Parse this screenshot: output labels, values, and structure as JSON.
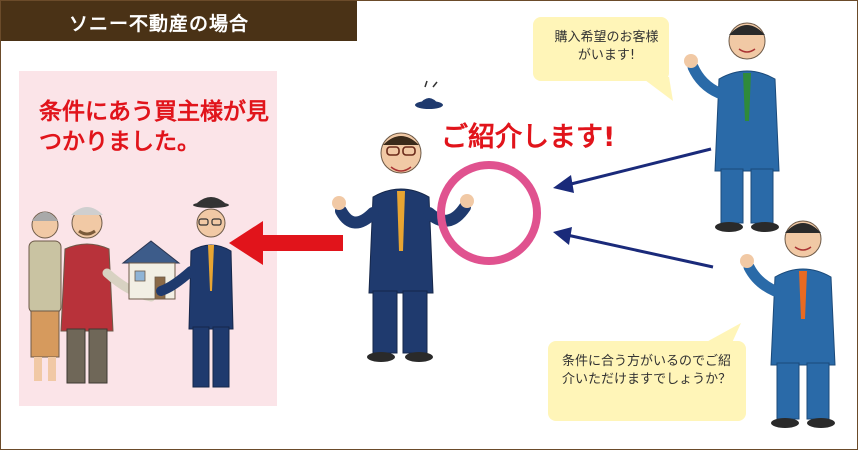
{
  "header": {
    "title": "ソニー不動産の場合"
  },
  "left_panel": {
    "message": "条件にあう買主様が見つかりました。"
  },
  "center": {
    "message": "ご紹介します!"
  },
  "bubbles": {
    "top": "購入希望のお客様がいます!",
    "bottom": "条件に合う方がいるのでご紹介いただけますでしょうか？"
  },
  "colors": {
    "header_bg": "#4a3216",
    "panel_bg": "#fbe4e8",
    "accent_red": "#e1141b",
    "ring_pink": "#e0528f",
    "arrow_navy": "#1a2a7a",
    "bubble_yellow": "#fff5b8",
    "suit_navy": "#1f3a6e",
    "suit_blue": "#2a6aa8"
  }
}
